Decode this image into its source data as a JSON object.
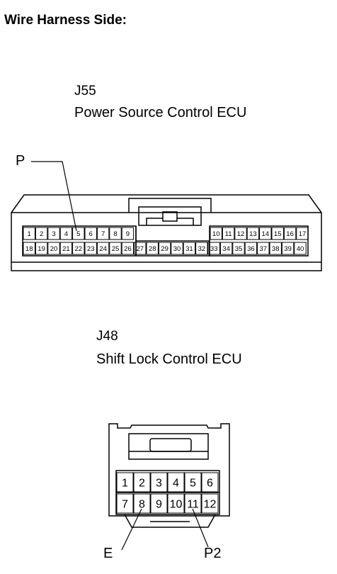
{
  "title": "Wire Harness Side:",
  "connectors": [
    {
      "code": "J55",
      "name": "Power Source Control ECU",
      "pins_top_left": [
        "1",
        "2",
        "3",
        "4",
        "5",
        "6",
        "7",
        "8",
        "9"
      ],
      "pins_top_right": [
        "10",
        "11",
        "12",
        "13",
        "14",
        "15",
        "16",
        "17"
      ],
      "pins_bottom": [
        "18",
        "19",
        "20",
        "21",
        "22",
        "23",
        "24",
        "25",
        "26",
        "27",
        "28",
        "29",
        "30",
        "31",
        "32",
        "33",
        "34",
        "35",
        "36",
        "37",
        "38",
        "39",
        "40"
      ],
      "callouts": [
        {
          "label": "P",
          "pin": "5"
        }
      ]
    },
    {
      "code": "J48",
      "name": "Shift Lock Control ECU",
      "pins_top": [
        "1",
        "2",
        "3",
        "4",
        "5",
        "6"
      ],
      "pins_bottom": [
        "7",
        "8",
        "9",
        "10",
        "11",
        "12"
      ],
      "callouts": [
        {
          "label": "E",
          "pin": "8"
        },
        {
          "label": "P2",
          "pin": "11"
        }
      ]
    }
  ]
}
